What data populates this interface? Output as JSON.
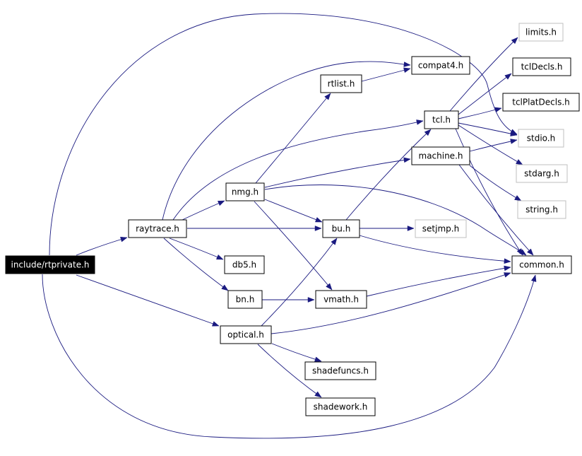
{
  "graph": {
    "colors": {
      "edge": "#1a1a80",
      "node_border": "#000000",
      "node_border_missing": "#bfbfbf",
      "root_fill": "#000000",
      "root_text": "#ffffff"
    },
    "nodes": {
      "rtprivate": "include/rtprivate.h",
      "raytrace": "raytrace.h",
      "nmg": "nmg.h",
      "db5": "db5.h",
      "bn": "bn.h",
      "optical": "optical.h",
      "rtlist": "rtlist.h",
      "compat4": "compat4.h",
      "tcl": "tcl.h",
      "machine": "machine.h",
      "bu": "bu.h",
      "setjmp": "setjmp.h",
      "vmath": "vmath.h",
      "shadefuncs": "shadefuncs.h",
      "shadework": "shadework.h",
      "limits": "limits.h",
      "tclDecls": "tclDecls.h",
      "tclPlatDecls": "tclPlatDecls.h",
      "stdio": "stdio.h",
      "stdarg": "stdarg.h",
      "string": "string.h",
      "common": "common.h"
    },
    "edges": [
      [
        "rtprivate",
        "raytrace"
      ],
      [
        "rtprivate",
        "optical"
      ],
      [
        "rtprivate",
        "stdio"
      ],
      [
        "rtprivate",
        "common"
      ],
      [
        "raytrace",
        "nmg"
      ],
      [
        "raytrace",
        "db5"
      ],
      [
        "raytrace",
        "bn"
      ],
      [
        "raytrace",
        "bu"
      ],
      [
        "raytrace",
        "compat4"
      ],
      [
        "raytrace",
        "tcl"
      ],
      [
        "nmg",
        "rtlist"
      ],
      [
        "nmg",
        "machine"
      ],
      [
        "nmg",
        "bu"
      ],
      [
        "nmg",
        "vmath"
      ],
      [
        "nmg",
        "common"
      ],
      [
        "rtlist",
        "compat4"
      ],
      [
        "bn",
        "vmath"
      ],
      [
        "optical",
        "bu"
      ],
      [
        "optical",
        "shadefuncs"
      ],
      [
        "optical",
        "shadework"
      ],
      [
        "optical",
        "common"
      ],
      [
        "bu",
        "tcl"
      ],
      [
        "bu",
        "setjmp"
      ],
      [
        "bu",
        "common"
      ],
      [
        "vmath",
        "common"
      ],
      [
        "tcl",
        "limits"
      ],
      [
        "tcl",
        "tclDecls"
      ],
      [
        "tcl",
        "tclPlatDecls"
      ],
      [
        "tcl",
        "stdio"
      ],
      [
        "tcl",
        "stdarg"
      ],
      [
        "tcl",
        "common"
      ],
      [
        "machine",
        "stdio"
      ],
      [
        "machine",
        "string"
      ],
      [
        "machine",
        "common"
      ]
    ]
  }
}
